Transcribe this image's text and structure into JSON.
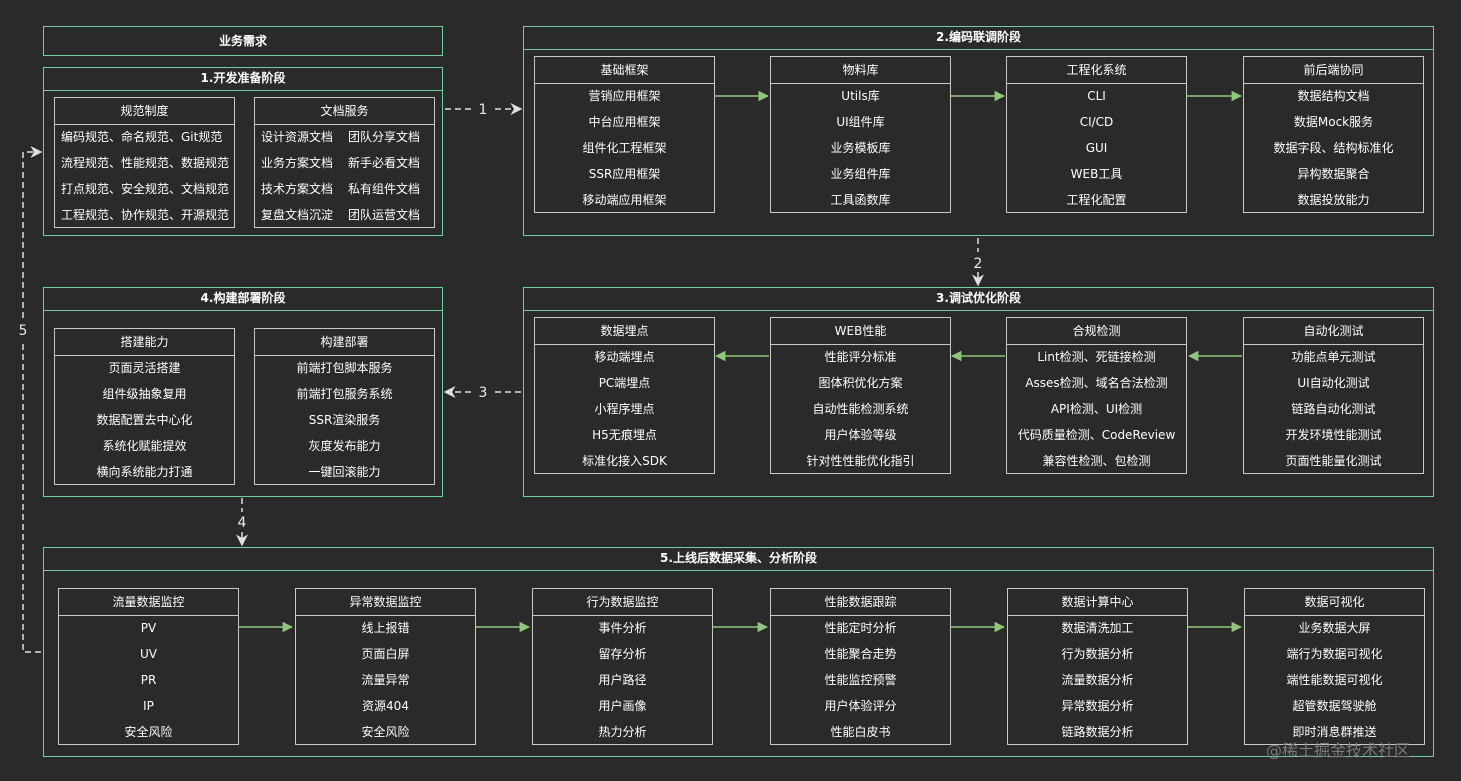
{
  "top_box": "业务需求",
  "stage1": {
    "title": "1.开发准备阶段",
    "card_a": {
      "title": "规范制度",
      "items": [
        "编码规范、命名规范、Git规范",
        "流程规范、性能规范、数据规范",
        "打点规范、安全规范、文档规范",
        "工程规范、协作规范、开源规范"
      ]
    },
    "card_b": {
      "title": "文档服务",
      "rows": [
        [
          "设计资源文档",
          "团队分享文档"
        ],
        [
          "业务方案文档",
          "新手必看文档"
        ],
        [
          "技术方案文档",
          "私有组件文档"
        ],
        [
          "复盘文档沉淀",
          "团队运营文档"
        ]
      ]
    }
  },
  "stage2": {
    "title": "2.编码联调阶段",
    "cards": [
      {
        "title": "基础框架",
        "items": [
          "营销应用框架",
          "中台应用框架",
          "组件化工程框架",
          "SSR应用框架",
          "移动端应用框架"
        ]
      },
      {
        "title": "物料库",
        "items": [
          "Utils库",
          "UI组件库",
          "业务模板库",
          "业务组件库",
          "工具函数库"
        ]
      },
      {
        "title": "工程化系统",
        "items": [
          "CLI",
          "CI/CD",
          "GUI",
          "WEB工具",
          "工程化配置"
        ]
      },
      {
        "title": "前后端协同",
        "items": [
          "数据结构文档",
          "数据Mock服务",
          "数据字段、结构标准化",
          "异构数据聚合",
          "数据投放能力"
        ]
      }
    ]
  },
  "stage3": {
    "title": "3.调试优化阶段",
    "cards": [
      {
        "title": "数据埋点",
        "items": [
          "移动端埋点",
          "PC端埋点",
          "小程序埋点",
          "H5无痕埋点",
          "标准化接入SDK"
        ]
      },
      {
        "title": "WEB性能",
        "items": [
          "性能评分标准",
          "图体积优化方案",
          "自动性能检测系统",
          "用户体验等级",
          "针对性性能优化指引"
        ]
      },
      {
        "title": "合规检测",
        "items": [
          "Lint检测、死链接检测",
          "Asses检测、域名合法检测",
          "API检测、UI检测",
          "代码质量检测、CodeReview",
          "兼容性检测、包检测"
        ]
      },
      {
        "title": "自动化测试",
        "items": [
          "功能点单元测试",
          "UI自动化测试",
          "链路自动化测试",
          "开发环境性能测试",
          "页面性能量化测试"
        ]
      }
    ]
  },
  "stage4": {
    "title": "4.构建部署阶段",
    "cards": [
      {
        "title": "搭建能力",
        "items": [
          "页面灵活搭建",
          "组件级抽象复用",
          "数据配置去中心化",
          "系统化赋能提效",
          "横向系统能力打通"
        ]
      },
      {
        "title": "构建部署",
        "items": [
          "前端打包脚本服务",
          "前端打包服务系统",
          "SSR渲染服务",
          "灰度发布能力",
          "一键回滚能力"
        ]
      }
    ]
  },
  "stage5": {
    "title": "5.上线后数据采集、分析阶段",
    "cards": [
      {
        "title": "流量数据监控",
        "items": [
          "PV",
          "UV",
          "PR",
          "IP",
          "安全风险"
        ]
      },
      {
        "title": "异常数据监控",
        "items": [
          "线上报错",
          "页面白屏",
          "流量异常",
          "资源404",
          "安全风险"
        ]
      },
      {
        "title": "行为数据监控",
        "items": [
          "事件分析",
          "留存分析",
          "用户路径",
          "用户画像",
          "热力分析"
        ]
      },
      {
        "title": "性能数据跟踪",
        "items": [
          "性能定时分析",
          "性能聚合走势",
          "性能监控预警",
          "用户体验评分",
          "性能白皮书"
        ]
      },
      {
        "title": "数据计算中心",
        "items": [
          "数据清洗加工",
          "行为数据分析",
          "流量数据分析",
          "异常数据分析",
          "链路数据分析"
        ]
      },
      {
        "title": "数据可视化",
        "items": [
          "业务数据大屏",
          "端行为数据可视化",
          "端性能数据可视化",
          "超管数据驾驶舱",
          "即时消息群推送"
        ]
      }
    ]
  },
  "edge_labels": {
    "e1": "1",
    "e2": "2",
    "e3": "3",
    "e4": "4",
    "e5": "5"
  },
  "watermark": "@稀土掘金技术社区",
  "colors": {
    "background": "#2a2a2a",
    "stage_border": "#6fcf9f",
    "card_border": "#c8c8c8",
    "solid_arrow": "#8fc77a",
    "dashed_arrow": "#e0e0e0"
  }
}
